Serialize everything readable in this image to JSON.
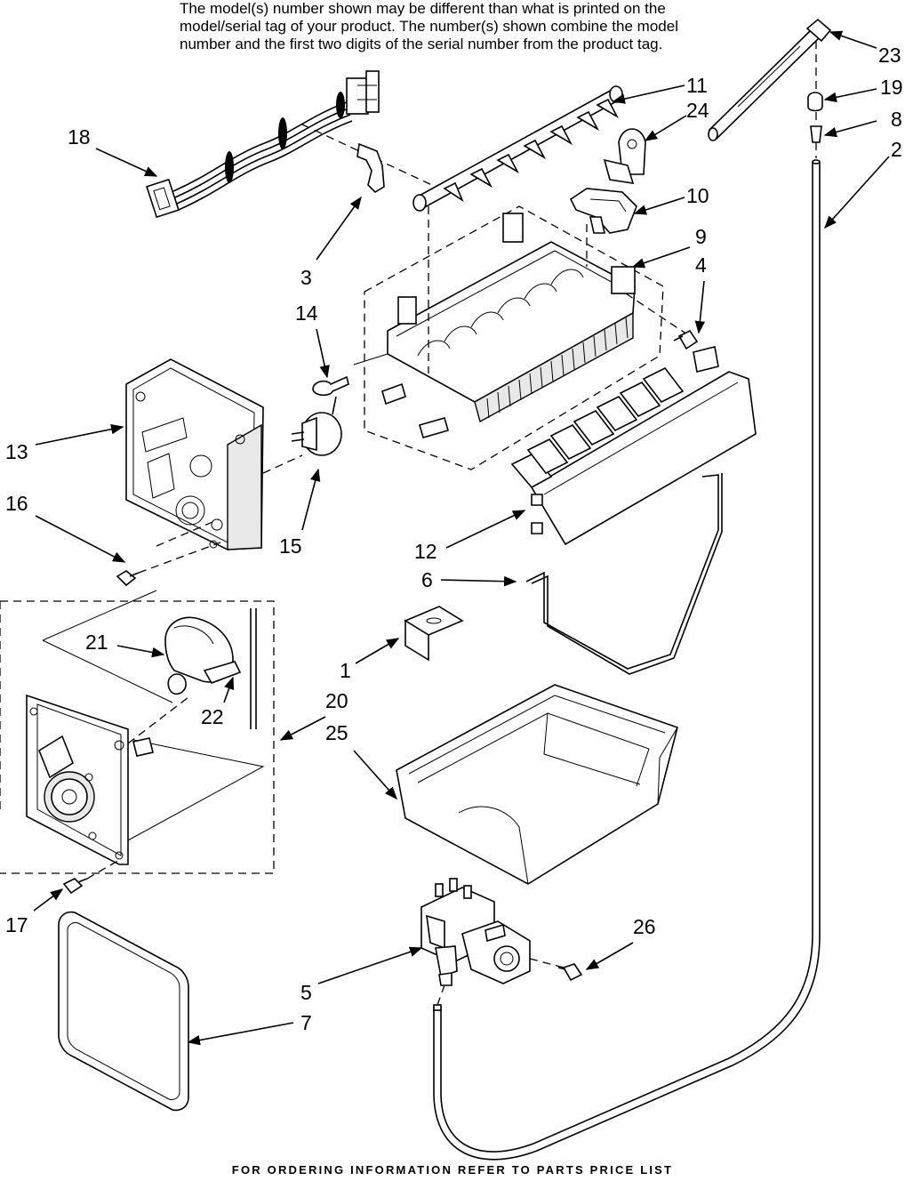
{
  "note": {
    "line1": "The model(s) number shown may be different than what is printed on the",
    "line2": "model/serial tag of your product. The number(s) shown combine the model",
    "line3": "number and the first two digits of the serial number from the product tag."
  },
  "footer": "FOR ORDERING INFORMATION REFER TO PARTS PRICE LIST",
  "callouts": {
    "c1": "1",
    "c2": "2",
    "c3": "3",
    "c4": "4",
    "c5": "5",
    "c6": "6",
    "c7": "7",
    "c8": "8",
    "c9": "9",
    "c10": "10",
    "c11": "11",
    "c12": "12",
    "c13": "13",
    "c14": "14",
    "c15": "15",
    "c16": "16",
    "c17": "17",
    "c18": "18",
    "c19": "19",
    "c20": "20",
    "c21": "21",
    "c22": "22",
    "c23": "23",
    "c24": "24",
    "c25": "25",
    "c26": "26"
  }
}
